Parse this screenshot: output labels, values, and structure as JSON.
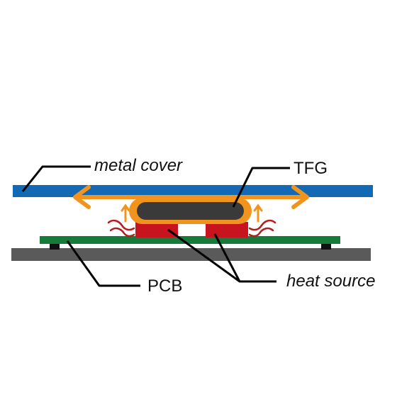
{
  "labels": {
    "metal_cover": "metal cover",
    "tfg": "TFG",
    "pcb": "PCB",
    "heat_source": "heat source"
  },
  "colors": {
    "metal_cover": "#1469b4",
    "heat_arrow": "#f0941e",
    "tfg_core": "#3a3a3a",
    "heat_source": "#c8141e",
    "pcb": "#157a3a",
    "base_plate": "#5a5a5a",
    "heat_waves": "#b41e1e",
    "leader_lines": "#000000"
  }
}
